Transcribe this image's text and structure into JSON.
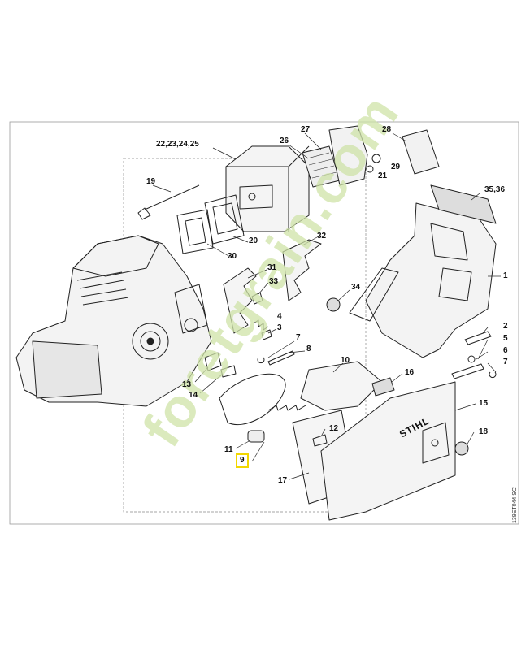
{
  "labels": {
    "l22_25": "22,23,24,25",
    "l27": "27",
    "l28": "28",
    "l26": "26",
    "l29": "29",
    "l21": "21",
    "l19": "19",
    "l35_36": "35,36",
    "l20": "20",
    "l32": "32",
    "l30": "30",
    "l31": "31",
    "l33": "33",
    "l34": "34",
    "l1": "1",
    "l3": "3",
    "l4": "4",
    "l7a": "7",
    "l8": "8",
    "l2": "2",
    "l5": "5",
    "l6": "6",
    "l7b": "7",
    "l10": "10",
    "l13": "13",
    "l14": "14",
    "l16": "16",
    "l15": "15",
    "l12": "12",
    "l18": "18",
    "l11": "11",
    "l9": "9",
    "l17": "17"
  },
  "drawing_code": "139ET044 SC",
  "brand": "STIHL",
  "watermark": "foretgrain.com",
  "colors": {
    "highlight": "#f2d700",
    "watermark": "#cfe3a8"
  }
}
